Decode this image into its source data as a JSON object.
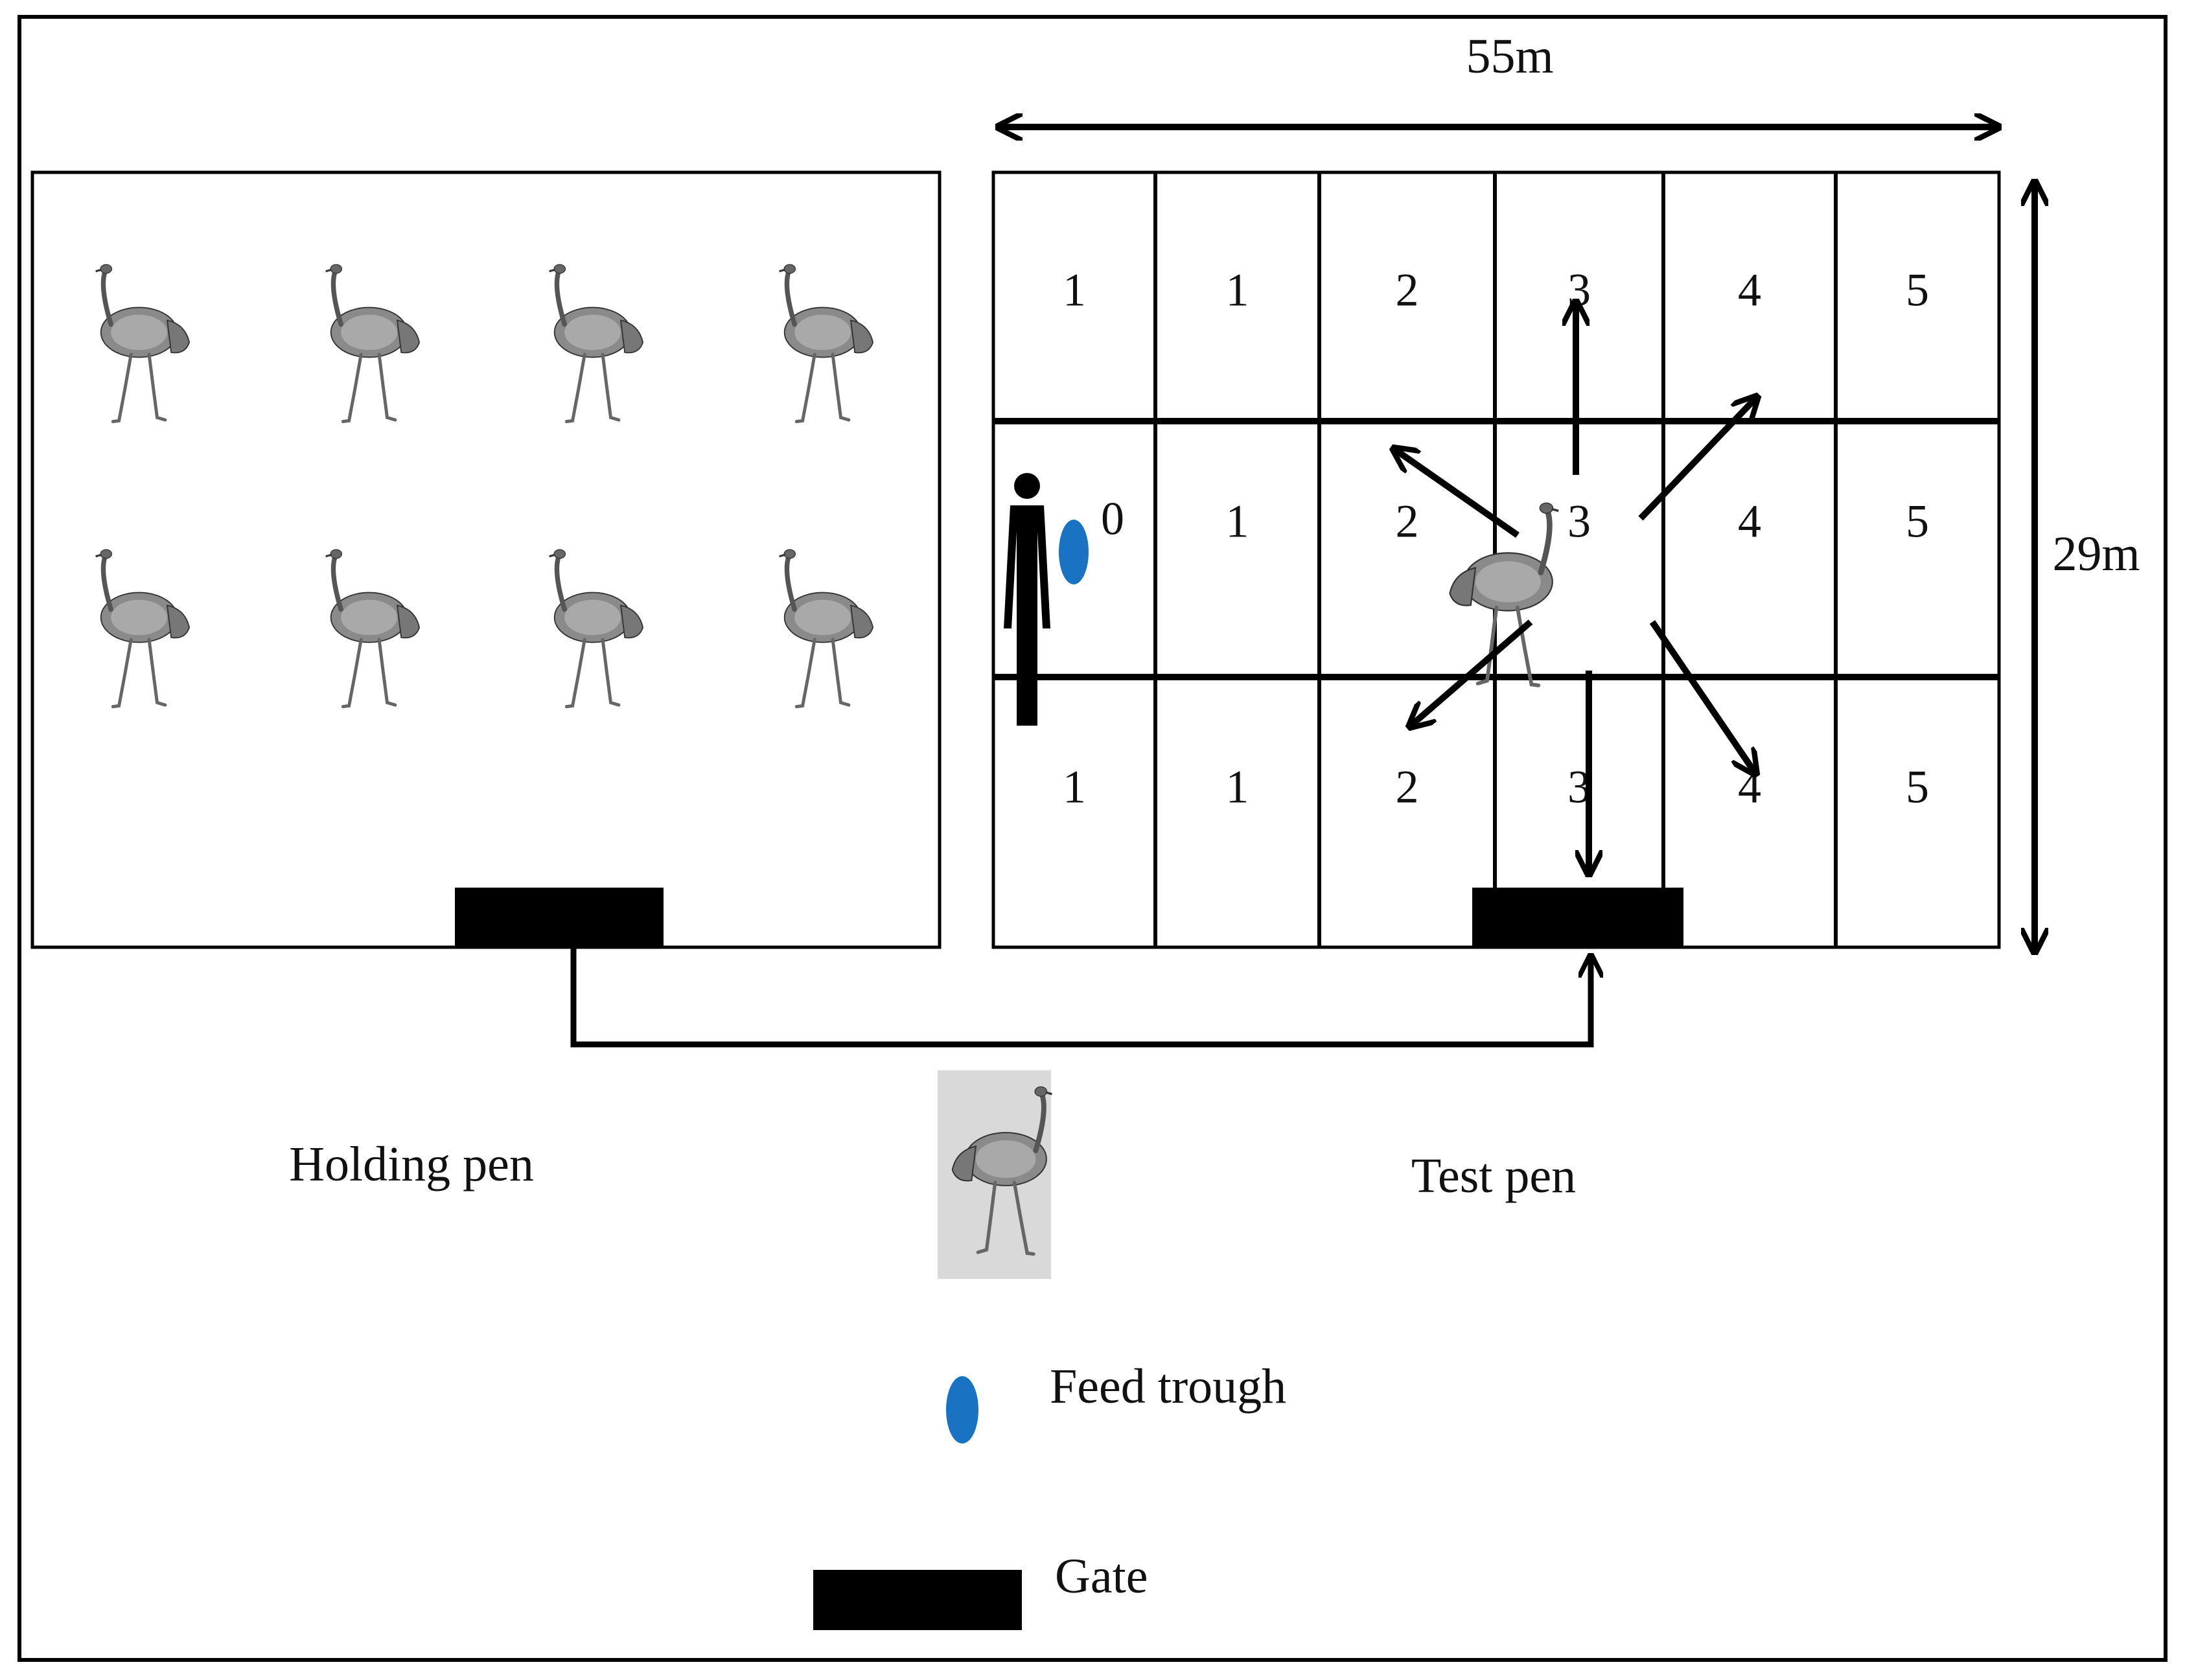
{
  "labels": {
    "width": "55m",
    "height": "29m",
    "holding_pen": "Holding pen",
    "test_pen": "Test pen",
    "feed_trough": "Feed trough",
    "gate": "Gate"
  },
  "grid": {
    "rows": [
      [
        "1",
        "1",
        "2",
        "3",
        "4",
        "5"
      ],
      [
        "0",
        "1",
        "2",
        "3",
        "4",
        "5"
      ],
      [
        "1",
        "1",
        "2",
        "3",
        "4",
        "5"
      ]
    ]
  },
  "colors": {
    "trough": "#1a73c2",
    "ink": "#000000"
  },
  "icons": {
    "holding_birds": "ostrich-icon",
    "test_bird": "ostrich-icon",
    "person": "person-icon"
  }
}
